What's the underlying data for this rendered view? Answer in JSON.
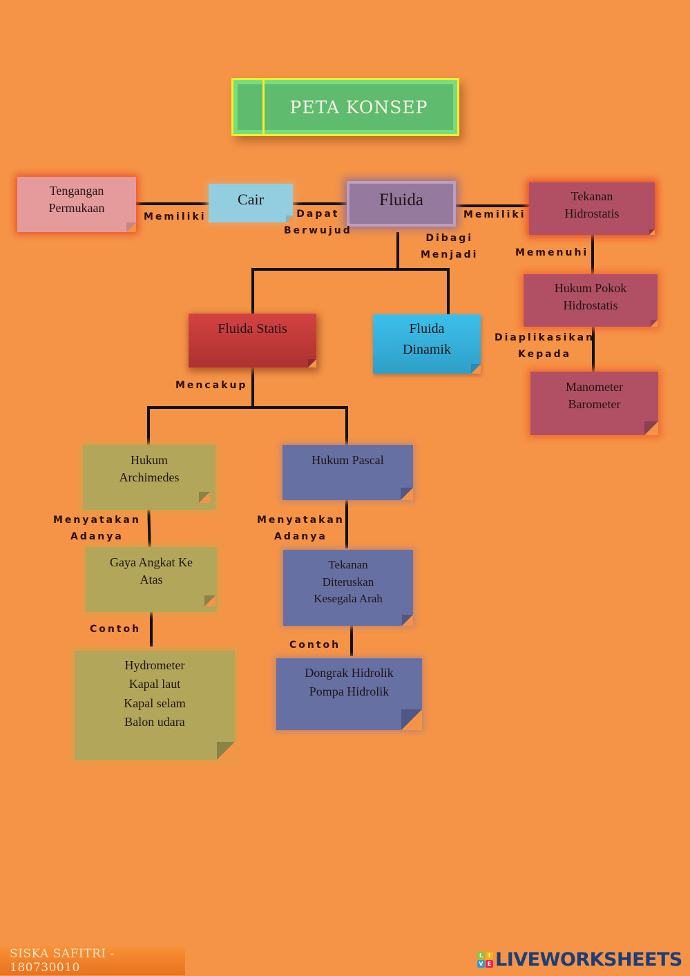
{
  "title": "PETA KONSEP",
  "nodes": {
    "tegangan": [
      "Tengangan",
      "Permukaan"
    ],
    "cair": [
      "Cair"
    ],
    "fluida": [
      "Fluida"
    ],
    "tekanan_hidrostatis": [
      "Tekanan",
      "Hidrostatis"
    ],
    "hukum_pokok": [
      "Hukum Pokok",
      "Hidrostatis"
    ],
    "manometer": [
      "Manometer",
      "Barometer"
    ],
    "fluida_statis": [
      "Fluida Statis"
    ],
    "fluida_dinamik": [
      "Fluida",
      "Dinamik"
    ],
    "archimedes": [
      "Hukum",
      "Archimedes"
    ],
    "pascal": [
      "Hukum Pascal"
    ],
    "gaya_angkat": [
      "Gaya Angkat Ke",
      "Atas"
    ],
    "tekanan_diteruskan": [
      "Tekanan",
      "Diteruskan",
      "Kesegala Arah"
    ],
    "contoh_archimedes": [
      "Hydrometer",
      "Kapal laut",
      "Kapal selam",
      "Balon udara"
    ],
    "contoh_pascal": [
      "Dongrak Hidrolik",
      "Pompa Hidrolik"
    ]
  },
  "labels": {
    "memiliki_1": [
      "Memiliki"
    ],
    "dapat_berwujud": [
      "Dapat",
      "Berwujud"
    ],
    "memiliki_2": [
      "Memiliki"
    ],
    "dibagi_menjadi": [
      "Dibagi",
      "Menjadi"
    ],
    "memenuhi": [
      "Memenuhi"
    ],
    "diaplikasikan": [
      "Diaplikasikan",
      "Kepada"
    ],
    "mencakup": [
      "Mencakup"
    ],
    "menyatakan_1": [
      "Menyatakan",
      "Adanya"
    ],
    "menyatakan_2": [
      "Menyatakan",
      "Adanya"
    ],
    "contoh_1": [
      "Contoh"
    ],
    "contoh_2": [
      "Contoh"
    ]
  },
  "colors": {
    "background": "#f59447",
    "title_fill": "#5fbb6e",
    "title_border": "#f5ee2b",
    "tegangan": "#e59a9b",
    "cair": "#92cde0",
    "fluida": "#967a9e",
    "hidrostatis_group": "#b14f64",
    "fluida_statis": "#cf3e3e",
    "fluida_dinamik": "#35b7e2",
    "archimedes_group": "#b1a659",
    "pascal_group": "#6670a3"
  },
  "footer": {
    "author": "SISKA SAFITRI - 180730010",
    "brand": "LIVEWORKSHEETS",
    "brand_badge": [
      "L",
      "I",
      "V",
      "E"
    ]
  }
}
